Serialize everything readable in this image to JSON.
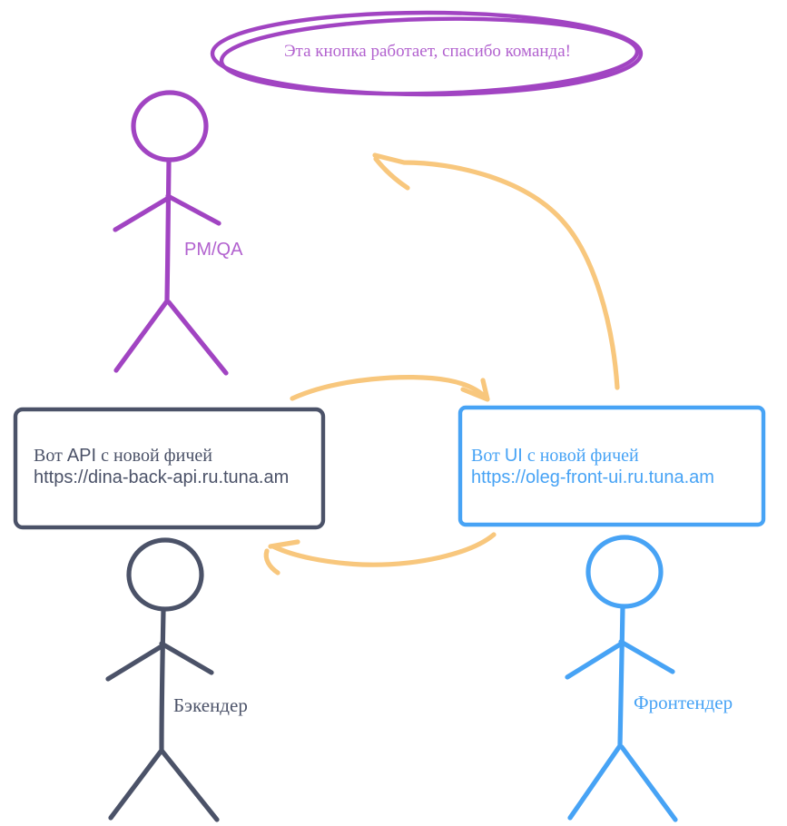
{
  "colors": {
    "purple": "#A144C2",
    "purple_text": "#B262CF",
    "dark": "#4B5268",
    "blue": "#47A3F5",
    "orange": "#F8C77D"
  },
  "bubble": {
    "text": "Эта кнопка работает, спасибо команда!"
  },
  "pm_figure": {
    "label": "PM/QA"
  },
  "backend_figure": {
    "label": "Бэкендер"
  },
  "frontend_figure": {
    "label": "Фронтендер"
  },
  "api_box": {
    "title_parts": [
      "Вот ",
      "API",
      " с новой фичей"
    ],
    "url": "https://dina-back-api.ru.tuna.am"
  },
  "ui_box": {
    "title_parts": [
      "Вот ",
      "UI",
      " с новой фичей"
    ],
    "url": "https://oleg-front-ui.ru.tuna.am"
  }
}
